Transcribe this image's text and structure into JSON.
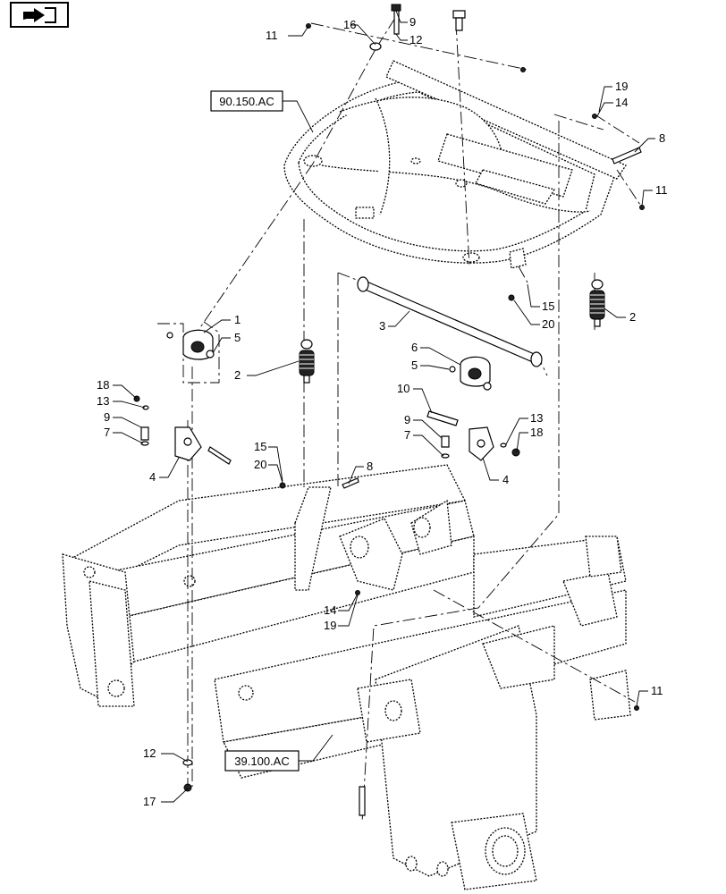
{
  "nav_icon": {
    "name": "navigation-arrow-icon"
  },
  "refs": {
    "cab": "90.150.AC",
    "frame": "39.100.AC"
  },
  "callouts": {
    "c11_top": "11",
    "c16": "16",
    "c9_top": "9",
    "c12_top": "12",
    "c19_right": "19",
    "c14_right": "14",
    "c8_right": "8",
    "c11_right": "11",
    "c1": "1",
    "c5_left": "5",
    "c3": "3",
    "c15_mid": "15",
    "c20_mid": "20",
    "c2_right": "2",
    "c2_left": "2",
    "c6": "6",
    "c5_mid": "5",
    "c18_left": "18",
    "c13_left": "13",
    "c9_left": "9",
    "c7_left": "7",
    "c4_left": "4",
    "c10": "10",
    "c9_mid": "9",
    "c7_mid": "7",
    "c13_right": "13",
    "c18_right": "18",
    "c4_right": "4",
    "c15_left": "15",
    "c20_left": "20",
    "c8_mid": "8",
    "c14_low": "14",
    "c19_low": "19",
    "c11_low": "11",
    "c12_bottom": "12",
    "c17": "17"
  }
}
